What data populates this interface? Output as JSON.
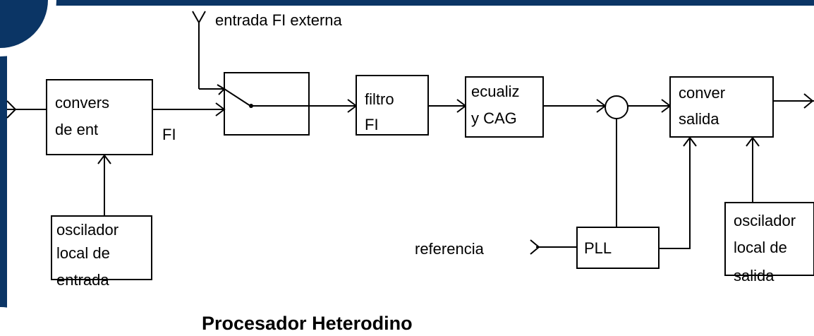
{
  "diagram": {
    "title": "Procesador Heterodino",
    "labels": {
      "external_if_input": "entrada FI externa",
      "if": "FI",
      "reference": "referencia"
    },
    "blocks": {
      "input_converter": [
        "convers",
        "de ent"
      ],
      "input_local_oscillator": [
        "oscilador",
        "local de",
        "entrada"
      ],
      "if_filter": [
        "filtro",
        "FI"
      ],
      "equalizer_agc": [
        "ecualiz",
        "y CAG"
      ],
      "output_converter": [
        "conver",
        "salida"
      ],
      "pll": [
        "PLL"
      ],
      "output_local_oscillator": [
        "oscilador",
        "local de",
        "salida"
      ]
    },
    "colors": {
      "frame_navy": "#0b3565",
      "line": "#000000",
      "background": "#ffffff"
    }
  }
}
